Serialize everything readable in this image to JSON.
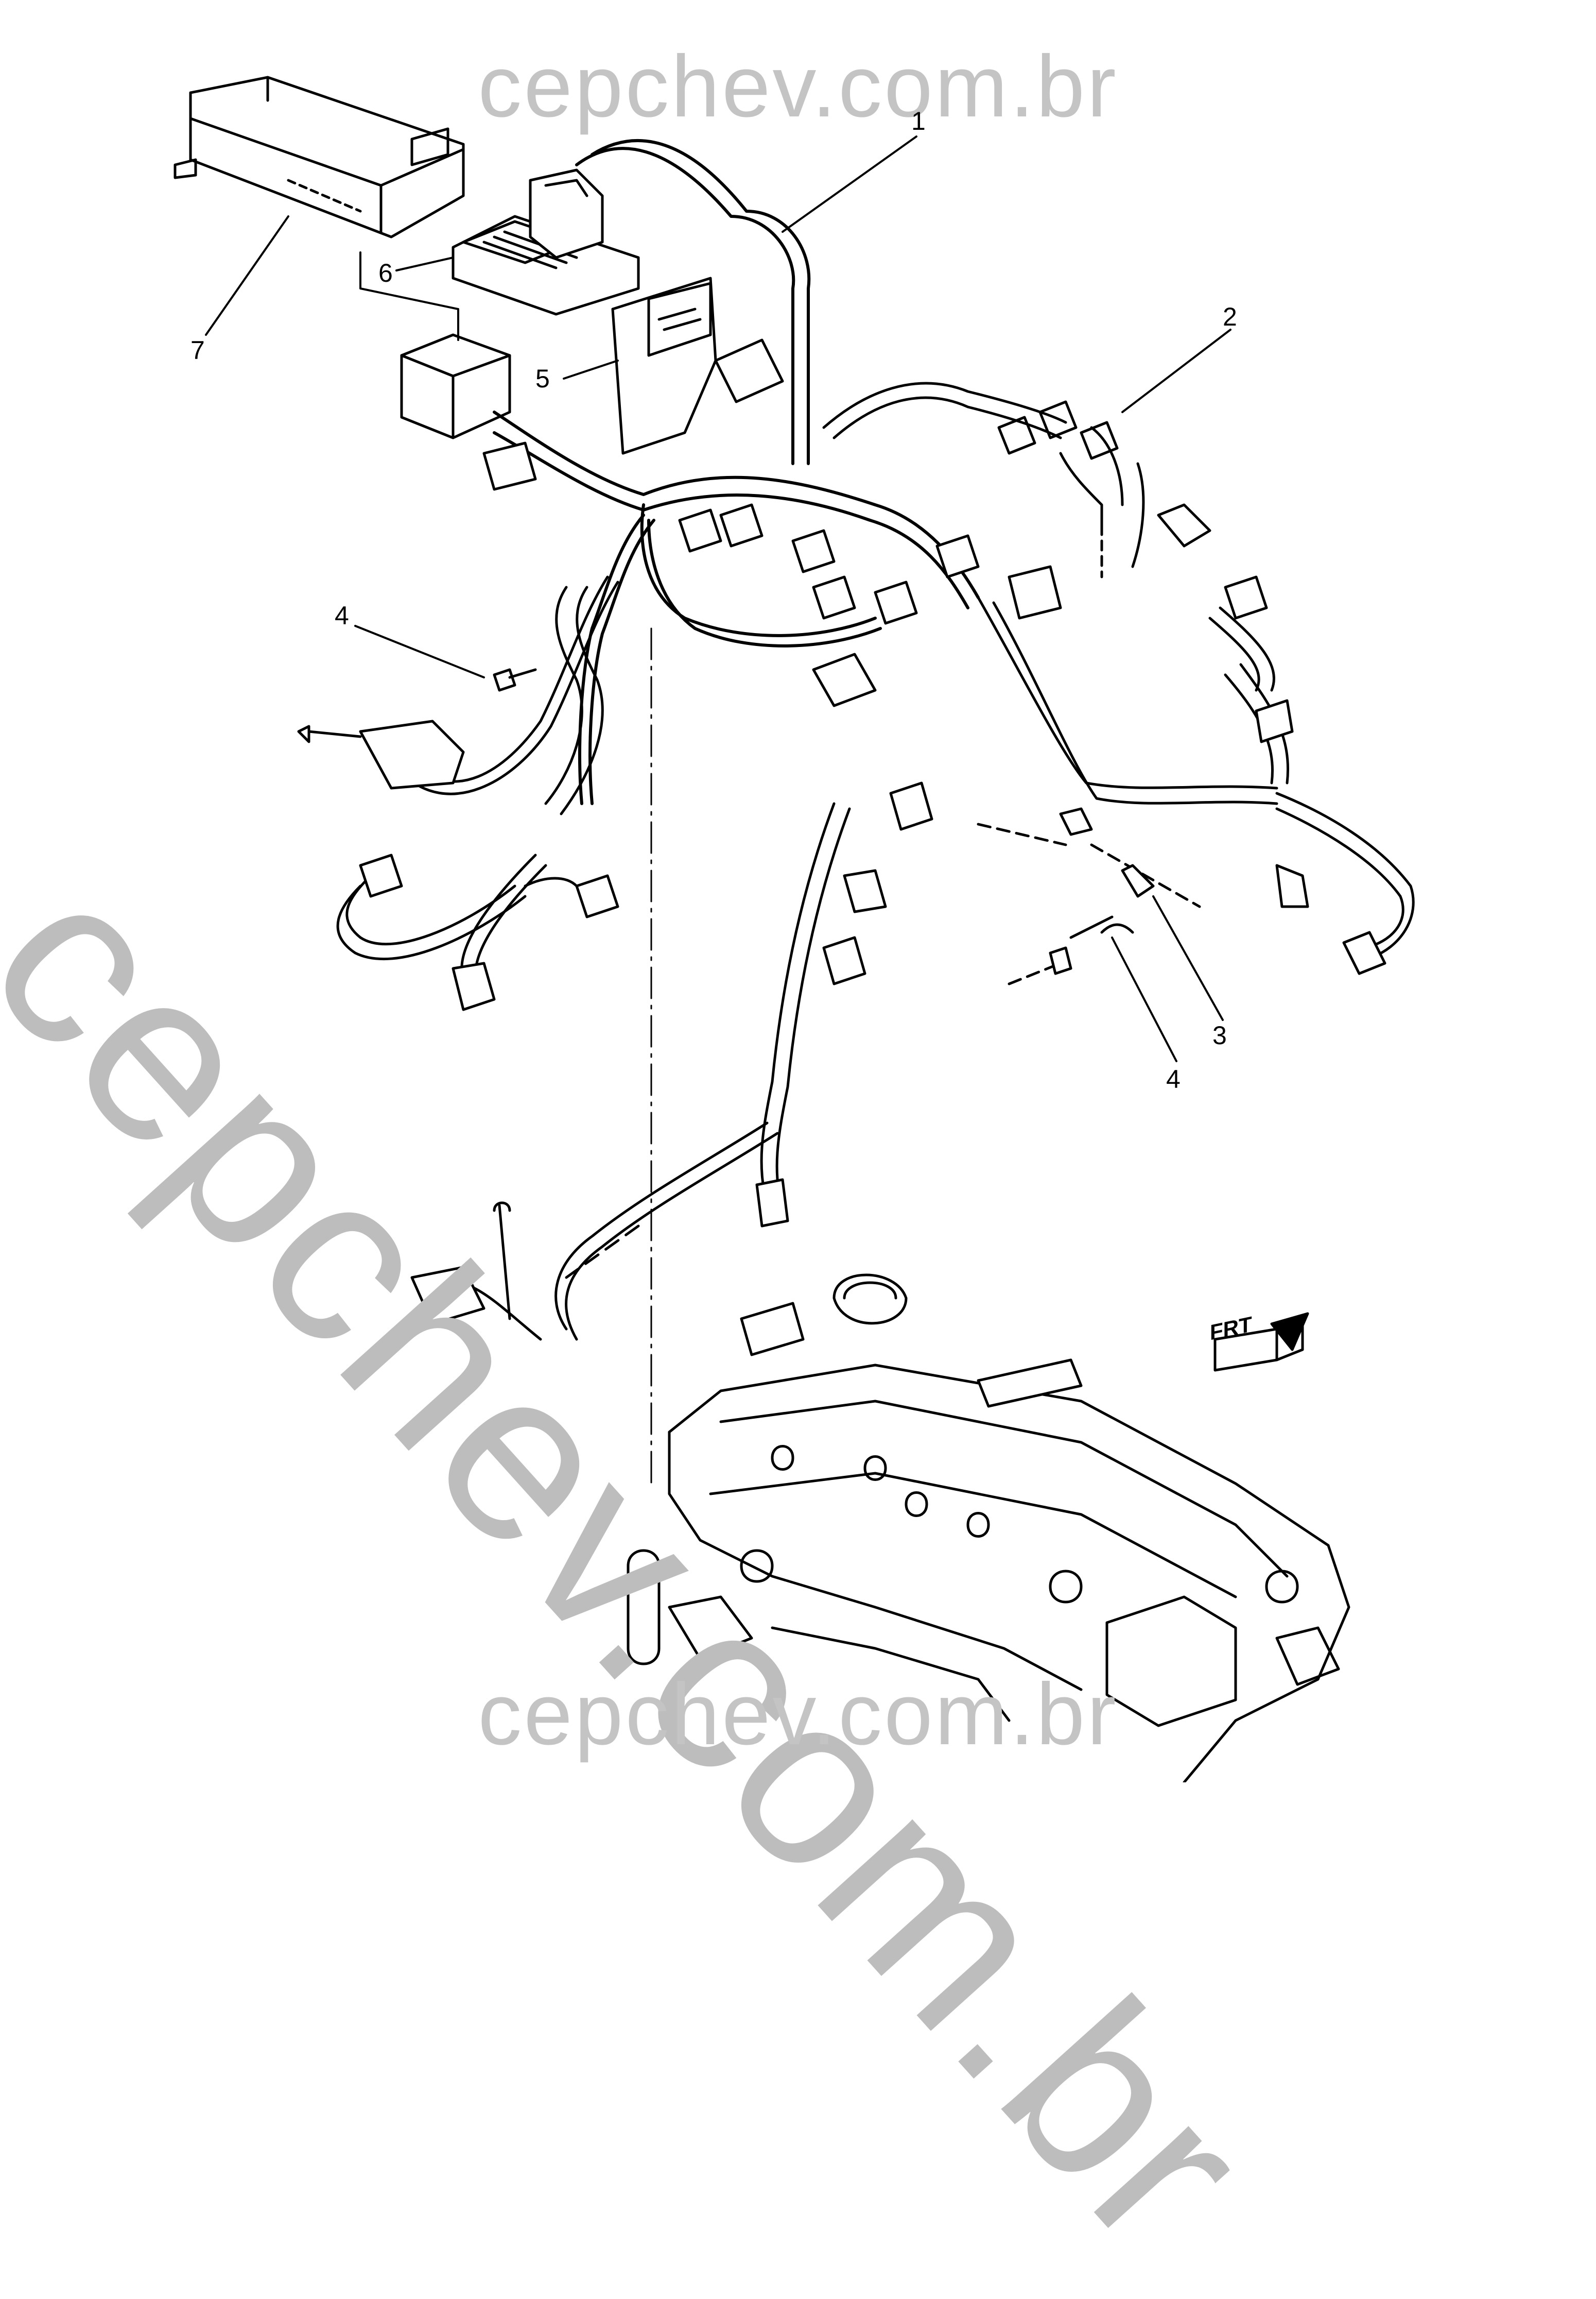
{
  "watermarks": {
    "top": "cepchev.com.br",
    "bottom": "cepchev.com.br",
    "diagonal": "cepchev.com.br"
  },
  "callouts": [
    "1",
    "2",
    "3",
    "4",
    "4",
    "5",
    "6",
    "7"
  ],
  "forward_badge": "FRT",
  "colors": {
    "line": "#000000",
    "watermark": "#c4c4c4",
    "background": "#ffffff"
  }
}
